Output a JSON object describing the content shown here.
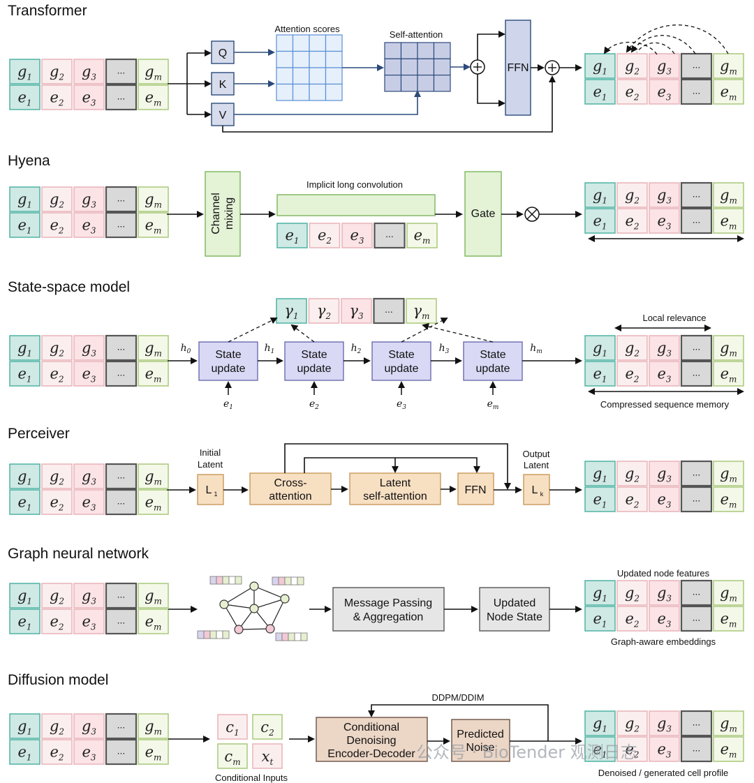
{
  "sections": {
    "transformer": {
      "title": "Transformer",
      "q": "Q",
      "k": "K",
      "v": "V",
      "attention_scores": "Attention scores",
      "self_attention": "Self-attention",
      "ffn": "FFN"
    },
    "hyena": {
      "title": "Hyena",
      "channel_mixing": "Channel mixing",
      "implicit_conv": "Implicit long convolution",
      "gate": "Gate"
    },
    "ssm": {
      "title": "State-space model",
      "state_update": "State",
      "state_update2": "update",
      "hidden": [
        "h",
        "h",
        "h",
        "h",
        "h"
      ],
      "hidden_sub": [
        "0",
        "1",
        "2",
        "3",
        "m"
      ],
      "inputs": [
        "e",
        "e",
        "e",
        "e"
      ],
      "inputs_sub": [
        "1",
        "2",
        "3",
        "m"
      ],
      "outputs": [
        "γ",
        "γ",
        "γ",
        "...",
        "γ"
      ],
      "outputs_sub": [
        "1",
        "2",
        "3",
        "",
        "m"
      ],
      "local_relevance": "Local relevance",
      "compressed_memory": "Compressed sequence memory"
    },
    "perceiver": {
      "title": "Perceiver",
      "initial_latent_1": "Initial",
      "initial_latent_2": "Latent",
      "l1": "L",
      "l1_sub": "1",
      "cross_attention_1": "Cross-",
      "cross_attention_2": "attention",
      "latent_sa_1": "Latent",
      "latent_sa_2": "self-attention",
      "ffn": "FFN",
      "output_latent_1": "Output",
      "output_latent_2": "Latent",
      "lk": "L",
      "lk_sub": "k"
    },
    "gnn": {
      "title": "Graph neural network",
      "message_passing_1": "Message Passing",
      "message_passing_2": "& Aggregation",
      "updated_node_1": "Updated",
      "updated_node_2": "Node State",
      "updated_features": "Updated node features",
      "graph_aware": "Graph-aware embeddings"
    },
    "diffusion": {
      "title": "Diffusion model",
      "cond": [
        "c",
        "c",
        "c",
        "x"
      ],
      "cond_sub": [
        "1",
        "2",
        "m",
        "t"
      ],
      "conditional_inputs": "Conditional Inputs",
      "cde_1": "Conditional",
      "cde_2": "Denoising",
      "cde_3": "Encoder-Decoder",
      "predicted_1": "Predicted",
      "predicted_2": "Noise",
      "ddpm": "DDPM/DDIM",
      "denoised": "Denoised / generated cell profile"
    }
  },
  "tokens": {
    "g": [
      "g",
      "g",
      "g",
      "...",
      "g"
    ],
    "g_sub": [
      "1",
      "2",
      "3",
      "",
      "m"
    ],
    "e": [
      "e",
      "e",
      "e",
      "...",
      "e"
    ],
    "e_sub": [
      "1",
      "2",
      "3",
      "",
      "m"
    ]
  },
  "watermark": "公众号 · BioTender 观测日志",
  "colors": {
    "teal": "#cfe9e4",
    "teal_border": "#4fb3a3",
    "pink_light": "#fbeeee",
    "pink_border": "#e8b3b8",
    "pink2": "#fbe3e6",
    "gray": "#d9d9d9",
    "gray_border": "#555555",
    "lime": "#f4f8e8",
    "lime_border": "#a9c97a",
    "purple": "#d9d9f5",
    "purple_border": "#6b6bb0",
    "blue_grid": "#e6f0fb",
    "blue_border": "#5b8fd6",
    "green_box": "#e4f2d6",
    "green_border": "#7ab55c",
    "orange": "#f7dfc2",
    "orange_border": "#c99a5a",
    "graybox": "#e6e6e6",
    "tan": "#ecd6c6",
    "tan_border": "#9c7b66"
  }
}
